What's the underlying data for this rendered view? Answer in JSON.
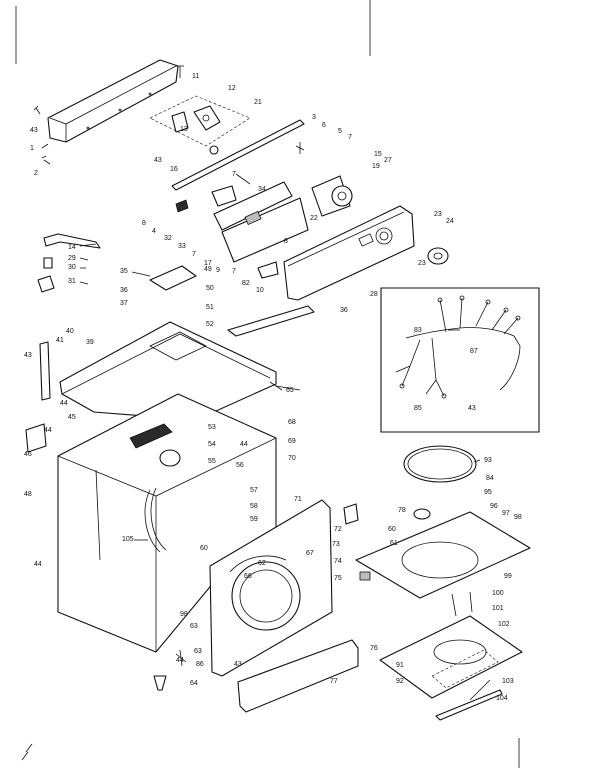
{
  "diagram": {
    "callouts": [
      {
        "id": "c1",
        "text": "1"
      },
      {
        "id": "c2",
        "text": "2"
      },
      {
        "id": "c3",
        "text": "3"
      },
      {
        "id": "c4",
        "text": "4"
      },
      {
        "id": "c5",
        "text": "5"
      },
      {
        "id": "c6",
        "text": "6"
      },
      {
        "id": "c7a",
        "text": "7"
      },
      {
        "id": "c7b",
        "text": "7"
      },
      {
        "id": "c7c",
        "text": "7"
      },
      {
        "id": "c7d",
        "text": "7"
      },
      {
        "id": "c8a",
        "text": "8"
      },
      {
        "id": "c8b",
        "text": "8"
      },
      {
        "id": "c9",
        "text": "9"
      },
      {
        "id": "c10",
        "text": "10"
      },
      {
        "id": "c11",
        "text": "11"
      },
      {
        "id": "c12",
        "text": "12"
      },
      {
        "id": "c13",
        "text": "13"
      },
      {
        "id": "c14",
        "text": "14"
      },
      {
        "id": "c15",
        "text": "15"
      },
      {
        "id": "c16",
        "text": "16"
      },
      {
        "id": "c17",
        "text": "17"
      },
      {
        "id": "c19",
        "text": "19"
      },
      {
        "id": "c21",
        "text": "21"
      },
      {
        "id": "c22",
        "text": "22"
      },
      {
        "id": "c23a",
        "text": "23"
      },
      {
        "id": "c23b",
        "text": "23"
      },
      {
        "id": "c24",
        "text": "24"
      },
      {
        "id": "c27",
        "text": "27"
      },
      {
        "id": "c28",
        "text": "28"
      },
      {
        "id": "c29",
        "text": "29"
      },
      {
        "id": "c30",
        "text": "30"
      },
      {
        "id": "c31",
        "text": "31"
      },
      {
        "id": "c32",
        "text": "32"
      },
      {
        "id": "c33",
        "text": "33"
      },
      {
        "id": "c34",
        "text": "34"
      },
      {
        "id": "c35",
        "text": "35"
      },
      {
        "id": "c36a",
        "text": "36"
      },
      {
        "id": "c36b",
        "text": "36"
      },
      {
        "id": "c37",
        "text": "37"
      },
      {
        "id": "c39",
        "text": "39"
      },
      {
        "id": "c40",
        "text": "40"
      },
      {
        "id": "c41",
        "text": "41"
      },
      {
        "id": "c43a",
        "text": "43"
      },
      {
        "id": "c43b",
        "text": "43"
      },
      {
        "id": "c43c",
        "text": "43"
      },
      {
        "id": "c43d",
        "text": "43"
      },
      {
        "id": "c43e",
        "text": "43"
      },
      {
        "id": "c44a",
        "text": "44"
      },
      {
        "id": "c44b",
        "text": "44"
      },
      {
        "id": "c44c",
        "text": "44"
      },
      {
        "id": "c44d",
        "text": "44"
      },
      {
        "id": "c44e",
        "text": "44"
      },
      {
        "id": "c45",
        "text": "45"
      },
      {
        "id": "c46",
        "text": "46"
      },
      {
        "id": "c48",
        "text": "48"
      },
      {
        "id": "c49",
        "text": "49"
      },
      {
        "id": "c50",
        "text": "50"
      },
      {
        "id": "c51",
        "text": "51"
      },
      {
        "id": "c52",
        "text": "52"
      },
      {
        "id": "c53",
        "text": "53"
      },
      {
        "id": "c54",
        "text": "54"
      },
      {
        "id": "c55",
        "text": "55"
      },
      {
        "id": "c56",
        "text": "56"
      },
      {
        "id": "c57",
        "text": "57"
      },
      {
        "id": "c58",
        "text": "58"
      },
      {
        "id": "c59",
        "text": "59"
      },
      {
        "id": "c60a",
        "text": "60"
      },
      {
        "id": "c60b",
        "text": "60"
      },
      {
        "id": "c61",
        "text": "61"
      },
      {
        "id": "c62",
        "text": "62"
      },
      {
        "id": "c63a",
        "text": "63"
      },
      {
        "id": "c63b",
        "text": "63"
      },
      {
        "id": "c64",
        "text": "64"
      },
      {
        "id": "c65",
        "text": "65"
      },
      {
        "id": "c66",
        "text": "66"
      },
      {
        "id": "c67",
        "text": "67"
      },
      {
        "id": "c68",
        "text": "68"
      },
      {
        "id": "c69",
        "text": "69"
      },
      {
        "id": "c70",
        "text": "70"
      },
      {
        "id": "c71",
        "text": "71"
      },
      {
        "id": "c72",
        "text": "72"
      },
      {
        "id": "c73",
        "text": "73"
      },
      {
        "id": "c74",
        "text": "74"
      },
      {
        "id": "c75",
        "text": "75"
      },
      {
        "id": "c76",
        "text": "76"
      },
      {
        "id": "c77",
        "text": "77"
      },
      {
        "id": "c78",
        "text": "78"
      },
      {
        "id": "c82",
        "text": "82"
      },
      {
        "id": "c83",
        "text": "83"
      },
      {
        "id": "c84",
        "text": "84"
      },
      {
        "id": "c85",
        "text": "85"
      },
      {
        "id": "c86",
        "text": "86"
      },
      {
        "id": "c87",
        "text": "87"
      },
      {
        "id": "c91",
        "text": "91"
      },
      {
        "id": "c92",
        "text": "92"
      },
      {
        "id": "c93",
        "text": "93"
      },
      {
        "id": "c95",
        "text": "95"
      },
      {
        "id": "c96",
        "text": "96"
      },
      {
        "id": "c97",
        "text": "97"
      },
      {
        "id": "c98a",
        "text": "98"
      },
      {
        "id": "c98b",
        "text": "98"
      },
      {
        "id": "c99",
        "text": "99"
      },
      {
        "id": "c100",
        "text": "100"
      },
      {
        "id": "c101",
        "text": "101"
      },
      {
        "id": "c102",
        "text": "102"
      },
      {
        "id": "c103",
        "text": "103"
      },
      {
        "id": "c104",
        "text": "104"
      },
      {
        "id": "c105",
        "text": "105"
      }
    ]
  }
}
